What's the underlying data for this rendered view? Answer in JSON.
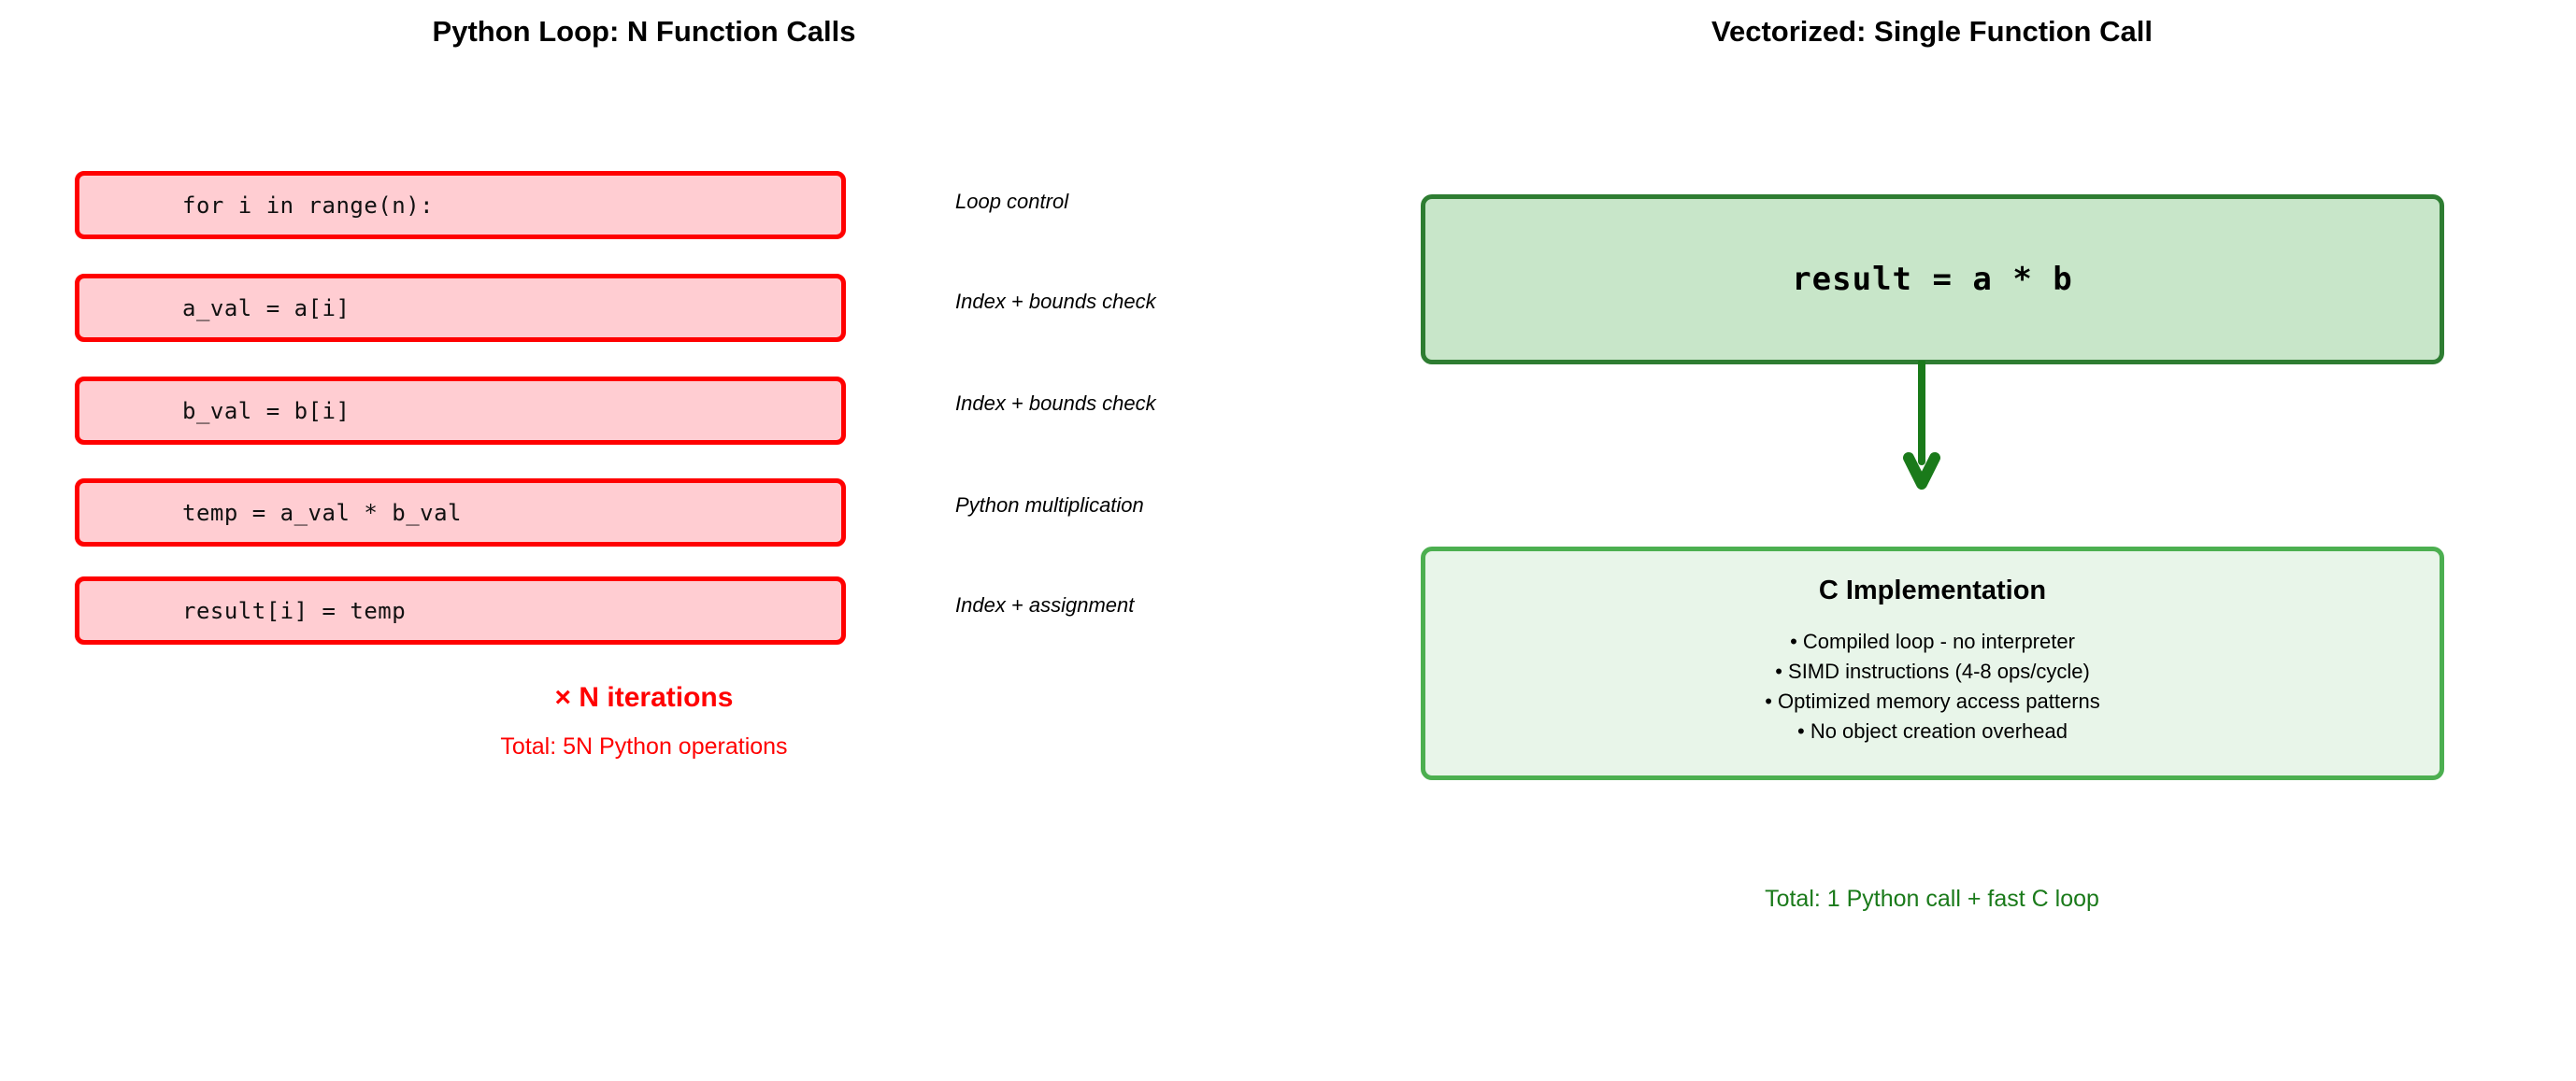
{
  "left_panel": {
    "title": "Python Loop: N Function Calls",
    "steps": [
      {
        "code": "for i in range(n):",
        "annotation": "Loop control"
      },
      {
        "code": "a_val = a[i]",
        "annotation": "Index + bounds check"
      },
      {
        "code": "b_val = b[i]",
        "annotation": "Index + bounds check"
      },
      {
        "code": "temp = a_val * b_val",
        "annotation": "Python multiplication"
      },
      {
        "code": "result[i] = temp",
        "annotation": "Index + assignment"
      }
    ],
    "iterations_label": "× N iterations",
    "total_label": "Total: 5N Python operations",
    "box_fill": "#ffcdd2",
    "box_border": "#ff0000",
    "accent": "#ff0000"
  },
  "right_panel": {
    "title": "Vectorized: Single Function Call",
    "vector_call": {
      "code": "result = a * b",
      "fill": "#c8e6c9",
      "border": "#2e7d32"
    },
    "arrow": {
      "icon": "arrow-down-icon",
      "color": "#1a7a1a"
    },
    "c_implementation": {
      "title": "C Implementation",
      "bullets": [
        "• Compiled loop - no interpreter",
        "• SIMD instructions (4-8 ops/cycle)",
        "• Optimized memory access patterns",
        "• No object creation overhead"
      ],
      "fill": "#e8f5e9",
      "border": "#4caf50"
    },
    "total_label": "Total: 1 Python call + fast C loop",
    "accent": "#1a7a1a"
  }
}
